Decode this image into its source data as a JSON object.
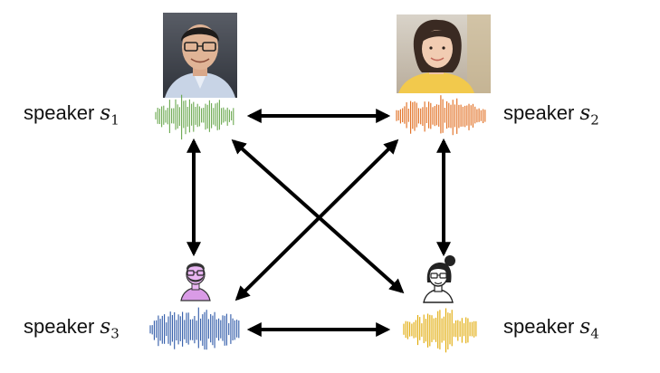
{
  "speakers": [
    {
      "prefix": "speaker",
      "symbol": "s",
      "index": "1",
      "wave_color": "#6aa84f",
      "kind": "photo-man"
    },
    {
      "prefix": "speaker",
      "symbol": "s",
      "index": "2",
      "wave_color": "#e06a1b",
      "kind": "photo-woman"
    },
    {
      "prefix": "speaker",
      "symbol": "s",
      "index": "3",
      "wave_color": "#2f5aa8",
      "kind": "avatar-man-icon"
    },
    {
      "prefix": "speaker",
      "symbol": "s",
      "index": "4",
      "wave_color": "#e0a800",
      "kind": "avatar-woman-icon"
    }
  ],
  "connections": [
    [
      1,
      2
    ],
    [
      1,
      3
    ],
    [
      1,
      4
    ],
    [
      2,
      3
    ],
    [
      2,
      4
    ],
    [
      3,
      4
    ]
  ],
  "arrow_color": "#000000"
}
